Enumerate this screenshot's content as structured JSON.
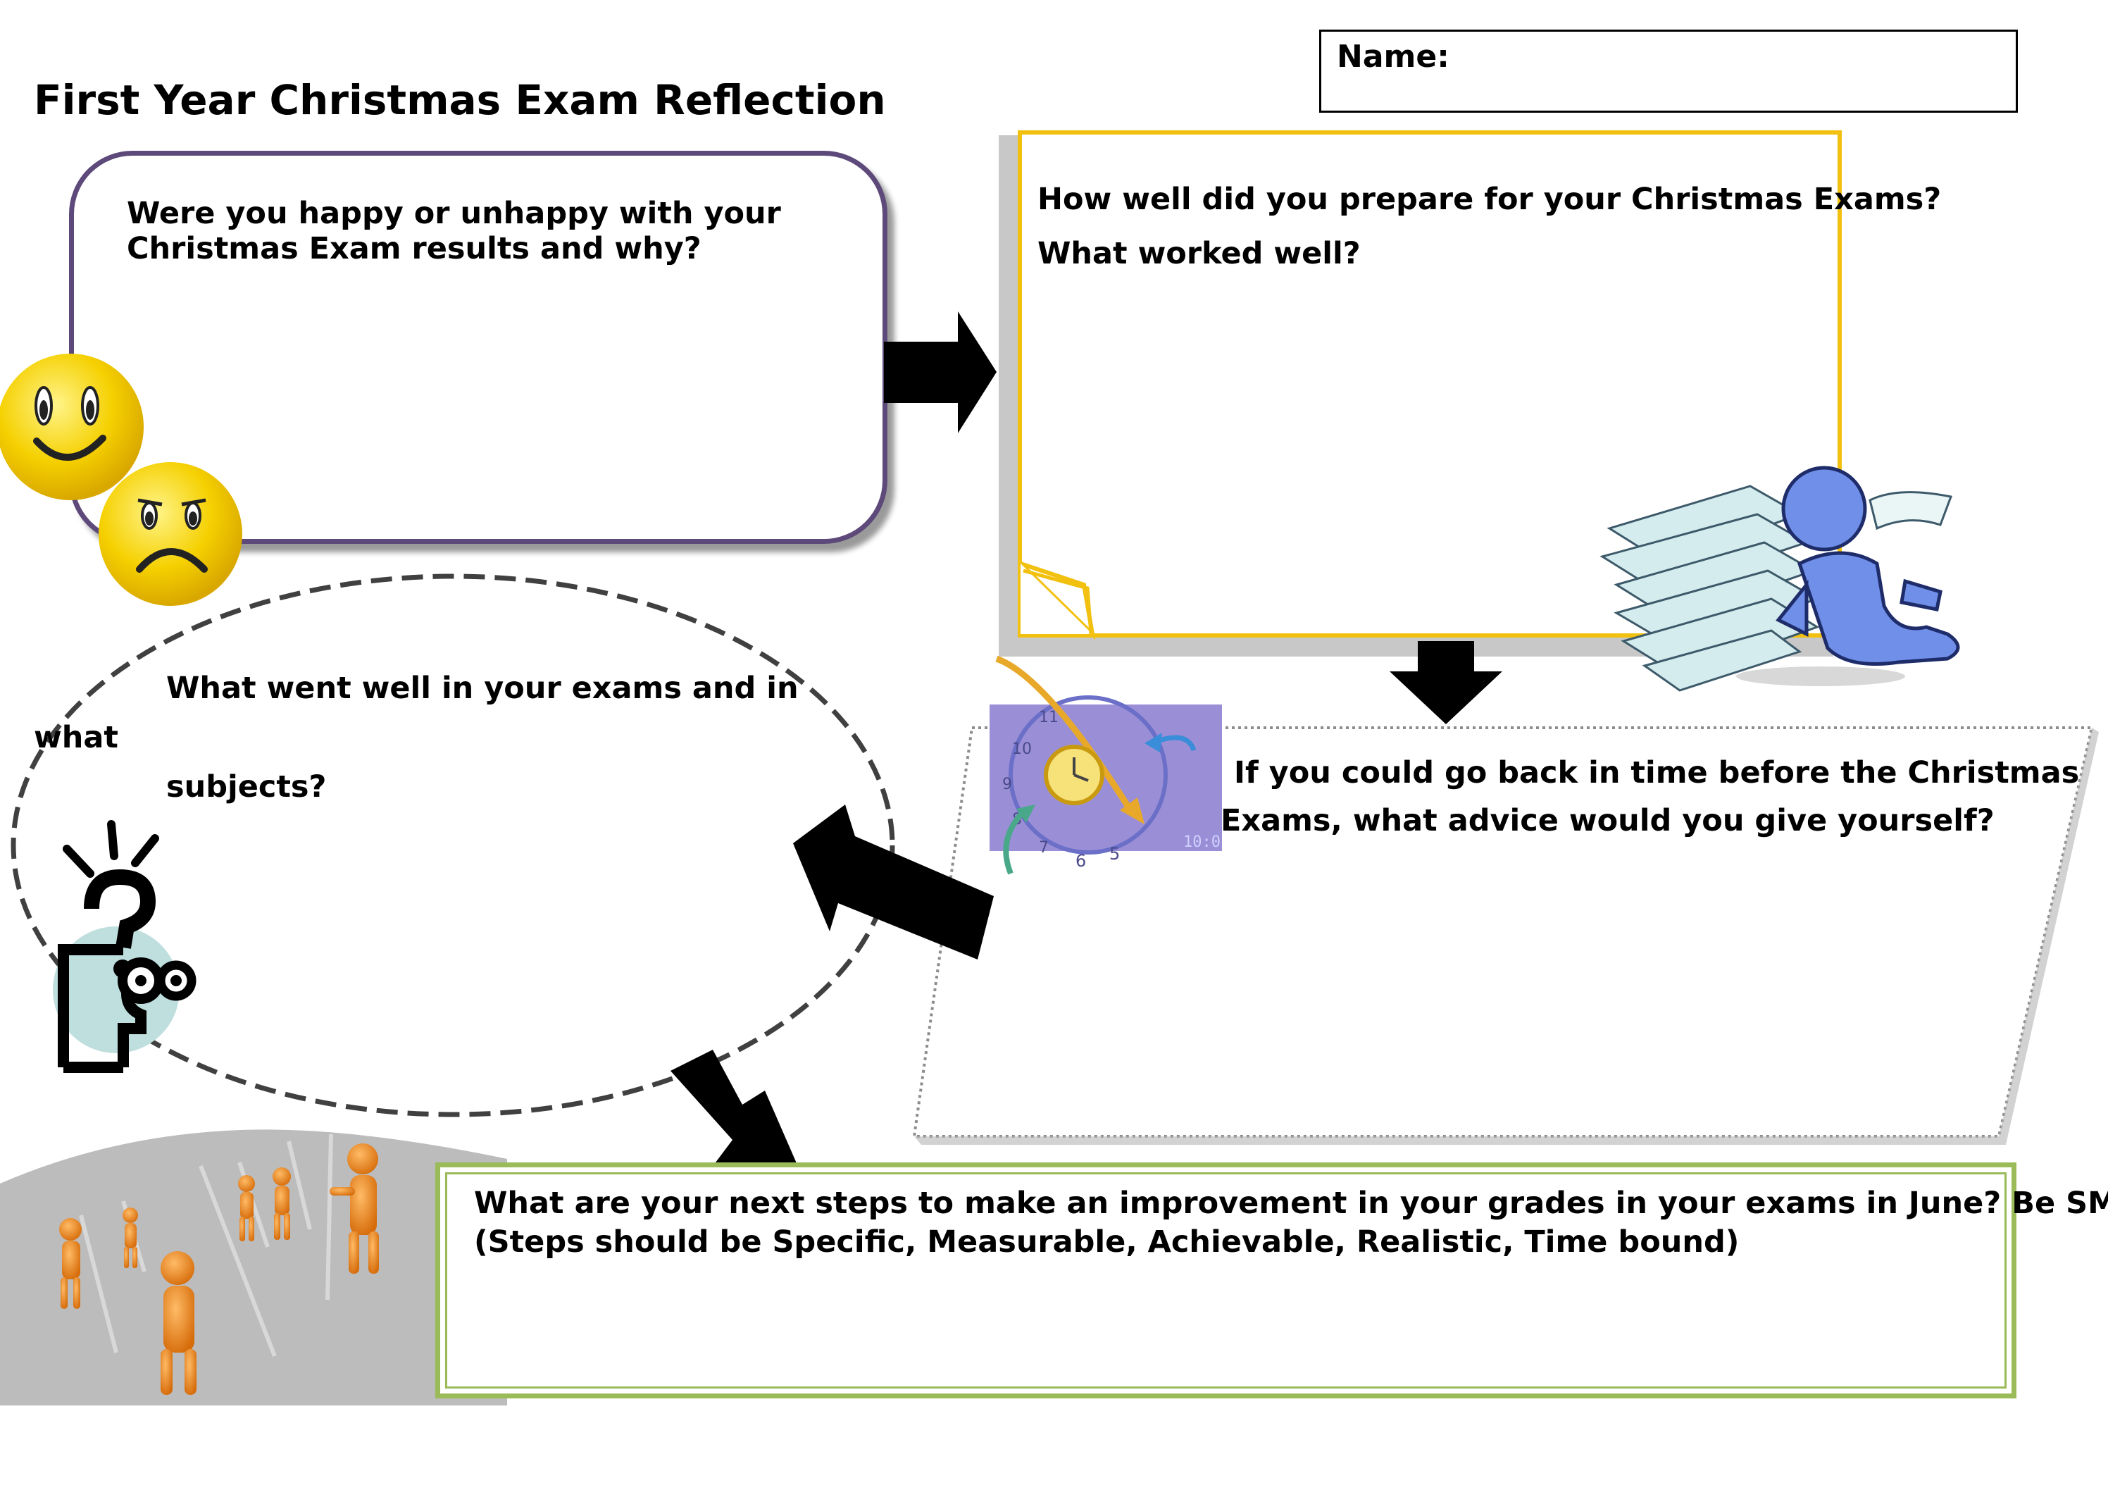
{
  "title": "First Year Christmas Exam Reflection",
  "name_box": {
    "label": "Name:"
  },
  "questions": {
    "happy": {
      "text": "Were you happy or unhappy with your Christmas Exam results and why?"
    },
    "prepare": {
      "line1": "How well did you prepare for your Christmas Exams?",
      "line2": "What worked well?"
    },
    "went_well": {
      "line1": "What went well in your exams and in",
      "line2": "what",
      "line3": "subjects?"
    },
    "advice": {
      "line1": "If you could go back in time before the Christmas",
      "line2": "Exams, what advice would you give yourself?"
    },
    "next_steps": {
      "line1": "What are your next steps to make an improvement in your grades in your exams in June? Be SMART",
      "line2": "(Steps should be Specific, Measurable, Achievable, Realistic, Time bound)"
    }
  },
  "colors": {
    "happy_box_border": "#5e4a7a",
    "prepare_box_border": "#f2c00f",
    "next_steps_border": "#9bbb59",
    "arrow": "#000000",
    "emoji": "#f5d000"
  },
  "icons": [
    "happy-face-icon",
    "sad-face-icon",
    "confused-thinker-icon",
    "clock-icon",
    "paper-stack-figure-icon",
    "team-figures-icon",
    "arrow-right-icon",
    "arrow-down-icon",
    "arrow-up-left-icon",
    "arrow-down-right-icon"
  ],
  "clock": {
    "numbers": [
      "11",
      "10",
      "9",
      "8",
      "7",
      "6",
      "5"
    ],
    "digital": "10:0"
  }
}
